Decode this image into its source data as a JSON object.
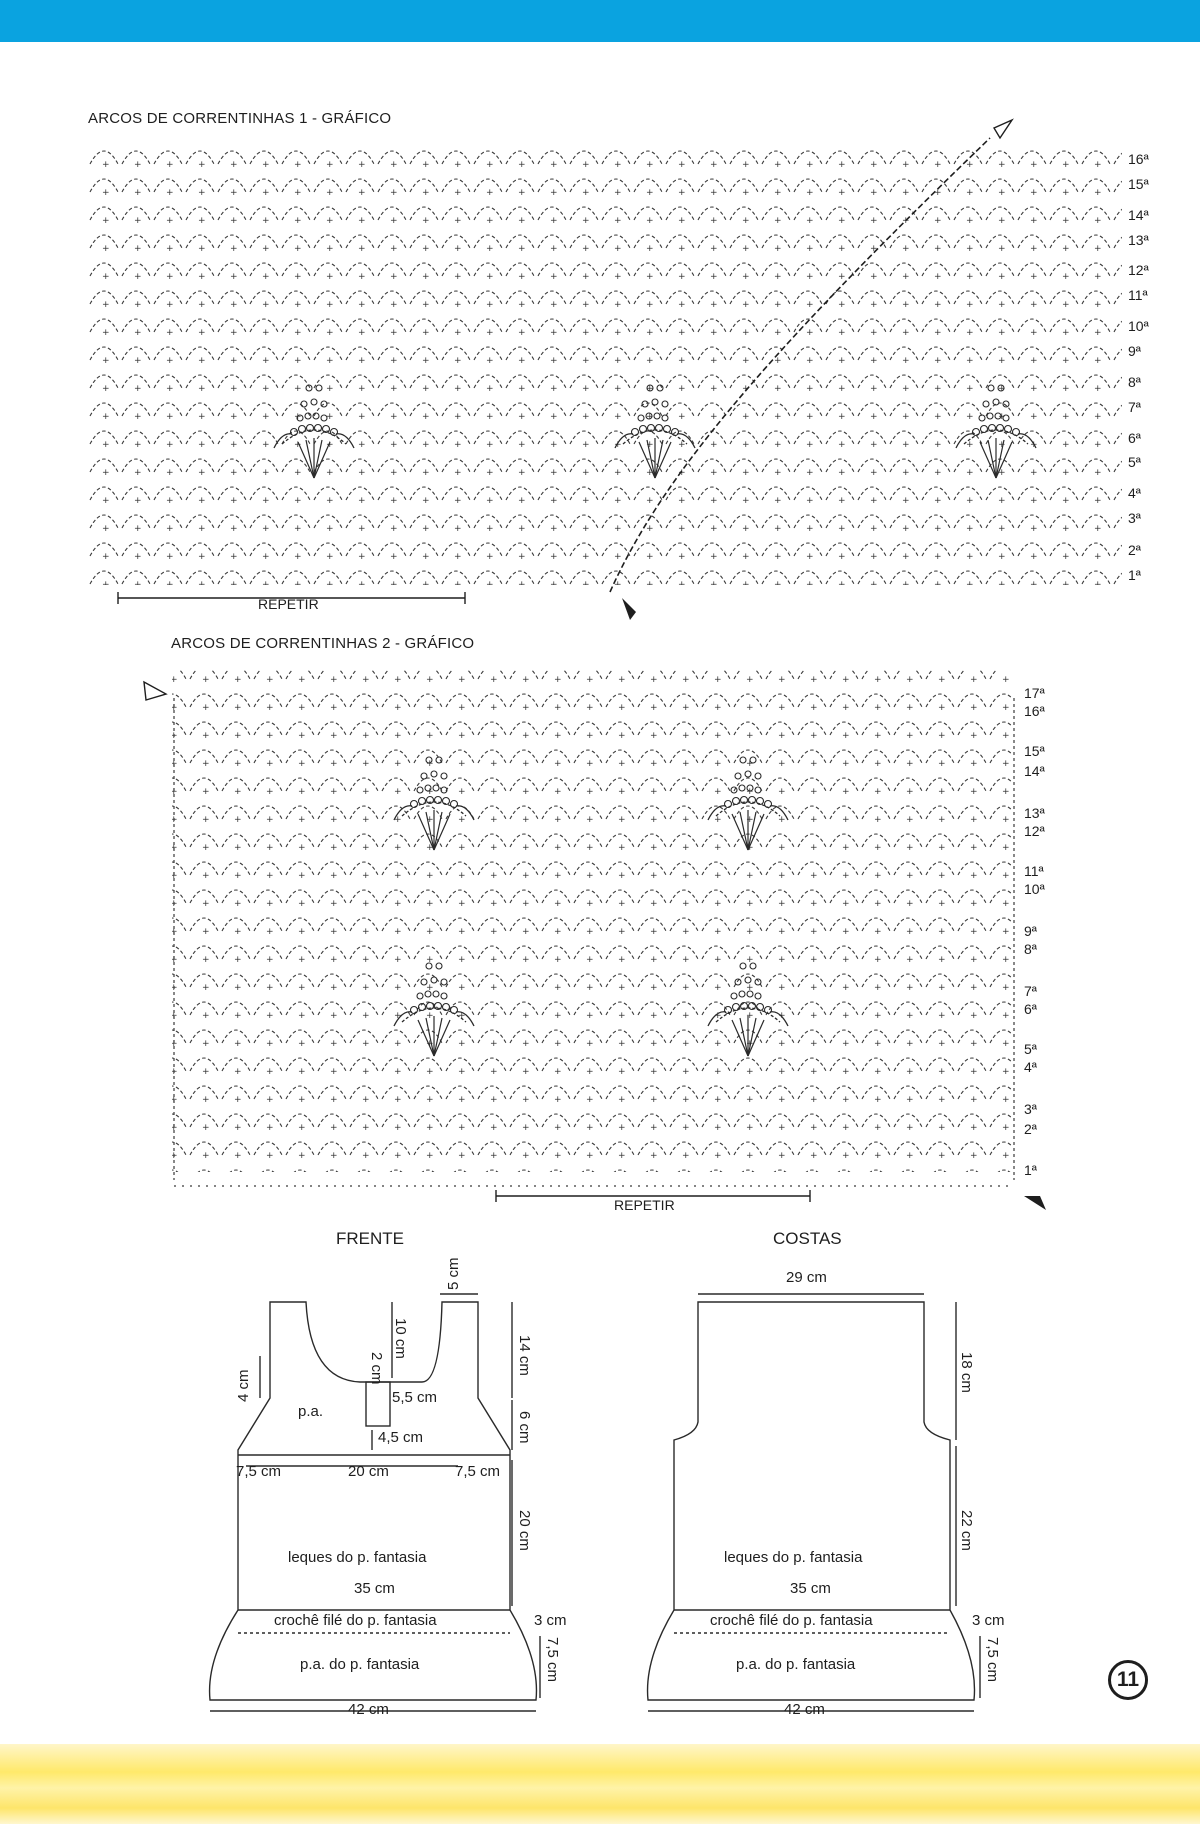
{
  "chart1": {
    "title": "ARCOS DE CORRENTINHAS 1 - GRÁFICO",
    "rows": [
      "1ª",
      "2ª",
      "3ª",
      "4ª",
      "5ª",
      "6ª",
      "7ª",
      "8ª",
      "9ª",
      "10ª",
      "11ª",
      "12ª",
      "13ª",
      "14ª",
      "15ª",
      "16ª"
    ],
    "repeat_label": "REPETIR"
  },
  "chart2": {
    "title": "ARCOS DE CORRENTINHAS 2 - GRÁFICO",
    "rows": [
      "1ª",
      "2ª",
      "3ª",
      "4ª",
      "5ª",
      "6ª",
      "7ª",
      "8ª",
      "9ª",
      "10ª",
      "11ª",
      "12ª",
      "13ª",
      "14ª",
      "15ª",
      "16ª",
      "17ª"
    ],
    "repeat_label": "REPETIR"
  },
  "front": {
    "title": "FRENTE",
    "strap_width": "5 cm",
    "neck_depth": "10 cm",
    "neck_low": "2 cm",
    "upper_height": "14 cm",
    "side_step": "4 cm",
    "section_label": "p.a.",
    "placket_height": "5,5 cm",
    "placket_gap": "4,5 cm",
    "armhole_height": "6 cm",
    "side_width_left": "7,5 cm",
    "center_width": "20 cm",
    "side_width_right": "7,5 cm",
    "body_height": "20 cm",
    "body_label": "leques do p. fantasia",
    "body_width": "35 cm",
    "band_label": "crochê filé do p. fantasia",
    "band_height": "3 cm",
    "skirt_label": "p.a. do p. fantasia",
    "skirt_height": "7,5 cm",
    "bottom_width": "42 cm"
  },
  "back": {
    "title": "COSTAS",
    "top_width": "29 cm",
    "upper_height": "18 cm",
    "body_height": "22 cm",
    "body_label": "leques do p. fantasia",
    "body_width": "35 cm",
    "band_label": "crochê filé do p. fantasia",
    "band_height": "3 cm",
    "skirt_label": "p.a. do p. fantasia",
    "skirt_height": "7,5 cm",
    "bottom_width": "42 cm"
  },
  "page_number": "11",
  "colors": {
    "top_band": "#0aa3e0",
    "ink": "#1e1e1e"
  }
}
